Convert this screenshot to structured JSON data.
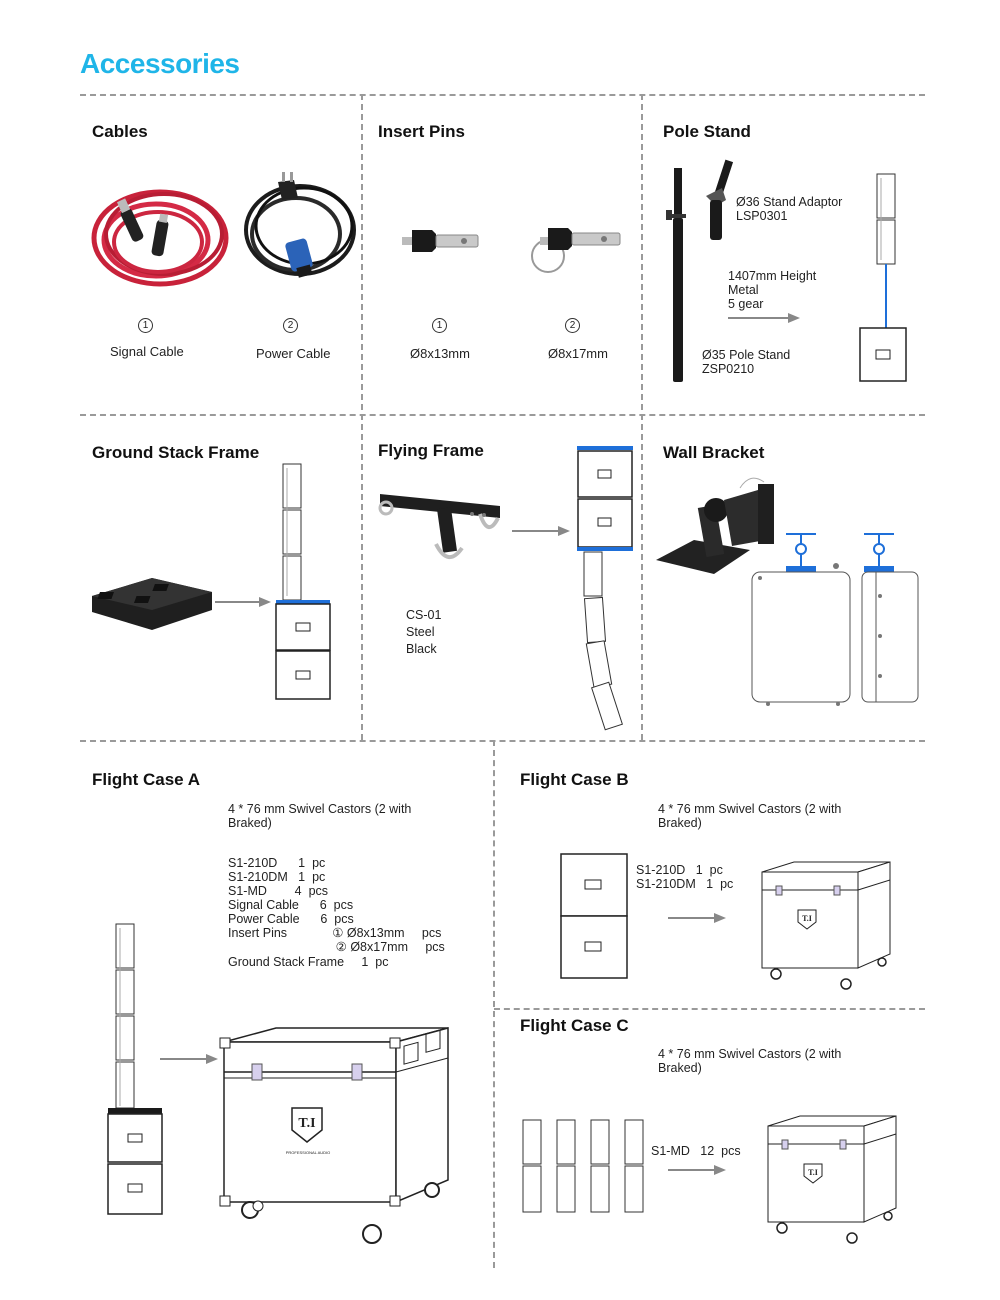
{
  "title": "Accessories",
  "cables": {
    "title": "Cables",
    "items": [
      {
        "num": "1",
        "label": "Signal Cable"
      },
      {
        "num": "2",
        "label": "Power Cable"
      }
    ]
  },
  "insert_pins": {
    "title": "Insert Pins",
    "items": [
      {
        "num": "1",
        "label": "Ø8x13mm"
      },
      {
        "num": "2",
        "label": "Ø8x17mm"
      }
    ]
  },
  "pole_stand": {
    "title": "Pole Stand",
    "adaptor_name": "Ø36 Stand Adaptor",
    "adaptor_code": "LSP0301",
    "height": "1407mm Height",
    "material": "Metal",
    "gear": "5 gear",
    "pole_name": "Ø35 Pole Stand",
    "pole_code": "ZSP0210"
  },
  "ground_stack_frame": {
    "title": "Ground Stack Frame"
  },
  "flying_frame": {
    "title": "Flying Frame",
    "model": "CS-01",
    "material": "Steel",
    "color": "Black"
  },
  "wall_bracket": {
    "title": "Wall Bracket"
  },
  "flight_case_a": {
    "title": "Flight Case A",
    "castors": "4 * 76 mm Swivel Castors (2 with",
    "castors2": "Braked)",
    "contents": [
      "S1-210D      1  pc",
      "S1-210DM   1  pc",
      "S1-MD        4  pcs",
      "Signal Cable      6  pcs",
      "Power Cable      6  pcs",
      "Insert Pins             ① Ø8x13mm     pcs",
      "                               ② Ø8x17mm     pcs",
      "Ground Stack Frame     1  pc"
    ]
  },
  "flight_case_b": {
    "title": "Flight Case B",
    "castors": "4 * 76 mm Swivel Castors (2 with",
    "castors2": "Braked)",
    "contents": [
      "S1-210D   1  pc",
      "S1-210DM   1  pc"
    ]
  },
  "flight_case_c": {
    "title": "Flight Case C",
    "castors": "4 * 76 mm Swivel Castors (2 with",
    "castors2": "Braked)",
    "contents": [
      "S1-MD   12  pcs"
    ]
  },
  "case_logo": "T.I",
  "case_brand": "PROFESSIONAL AUDIO",
  "colors": {
    "accent": "#1fb5e8",
    "blue": "#1e6fd9",
    "cable_red": "#c8223a",
    "dash": "#9a9a9a"
  }
}
